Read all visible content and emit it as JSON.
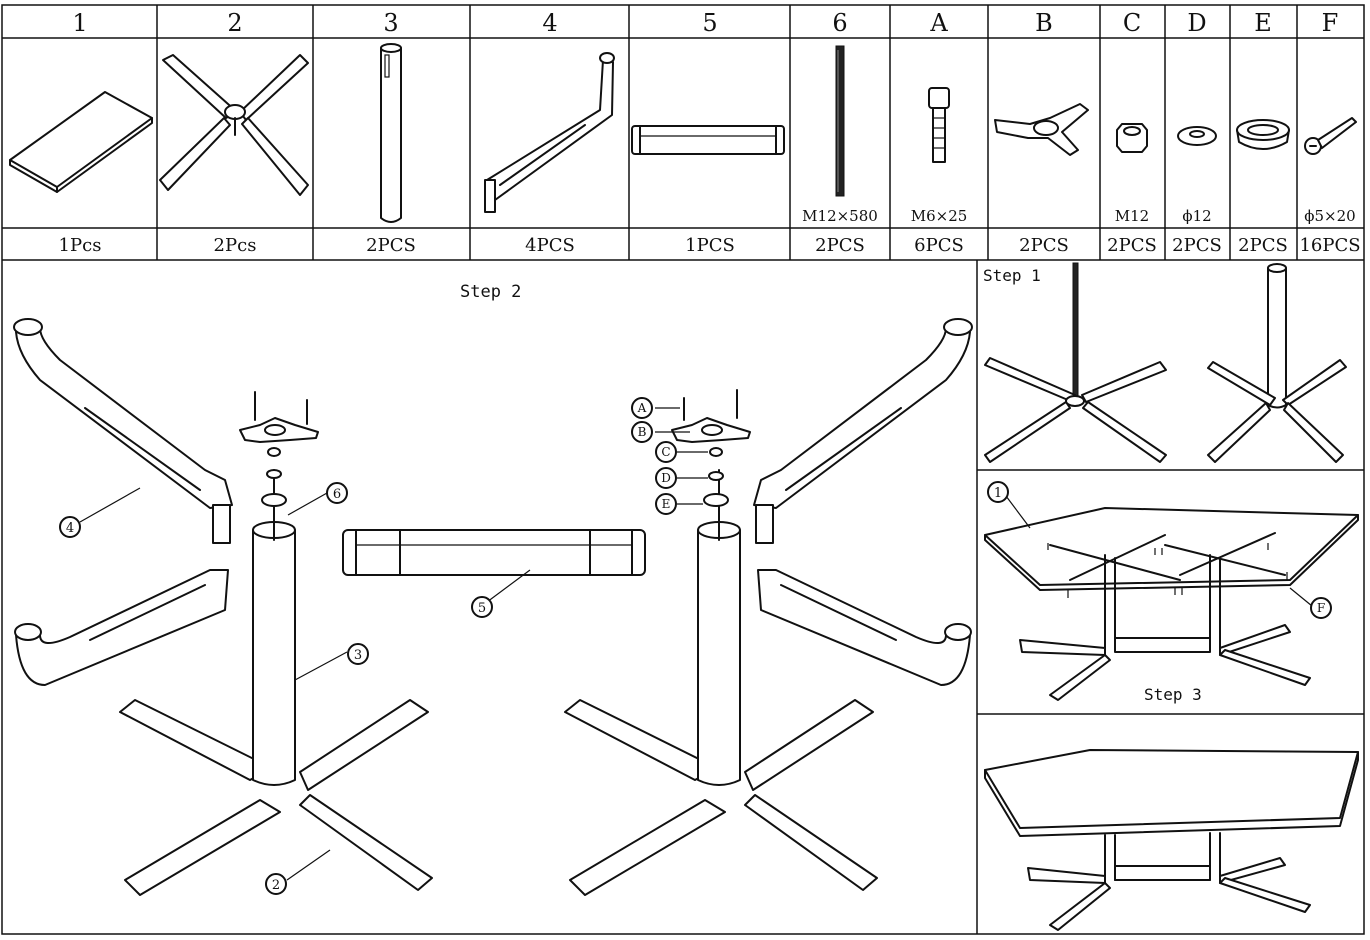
{
  "parts": [
    {
      "id": "1",
      "spec": "",
      "qty": "1Pcs"
    },
    {
      "id": "2",
      "spec": "",
      "qty": "2Pcs"
    },
    {
      "id": "3",
      "spec": "",
      "qty": "2PCS"
    },
    {
      "id": "4",
      "spec": "",
      "qty": "4PCS"
    },
    {
      "id": "5",
      "spec": "",
      "qty": "1PCS"
    },
    {
      "id": "6",
      "spec": "M12×580",
      "qty": "2PCS"
    },
    {
      "id": "A",
      "spec": "M6×25",
      "qty": "6PCS"
    },
    {
      "id": "B",
      "spec": "",
      "qty": "2PCS"
    },
    {
      "id": "C",
      "spec": "M12",
      "qty": "2PCS"
    },
    {
      "id": "D",
      "spec": "ϕ12",
      "qty": "2PCS"
    },
    {
      "id": "E",
      "spec": "",
      "qty": "2PCS"
    },
    {
      "id": "F",
      "spec": "ϕ5×20",
      "qty": "16PCS"
    }
  ],
  "steps": {
    "step1": "Step 1",
    "step2": "Step 2",
    "step3": "Step 3"
  },
  "callouts": {
    "c1": "1",
    "c2": "2",
    "c3": "3",
    "c4": "4",
    "c5": "5",
    "c6": "6",
    "cA": "A",
    "cB": "B",
    "cC": "C",
    "cD": "D",
    "cE": "E",
    "cF": "F"
  }
}
